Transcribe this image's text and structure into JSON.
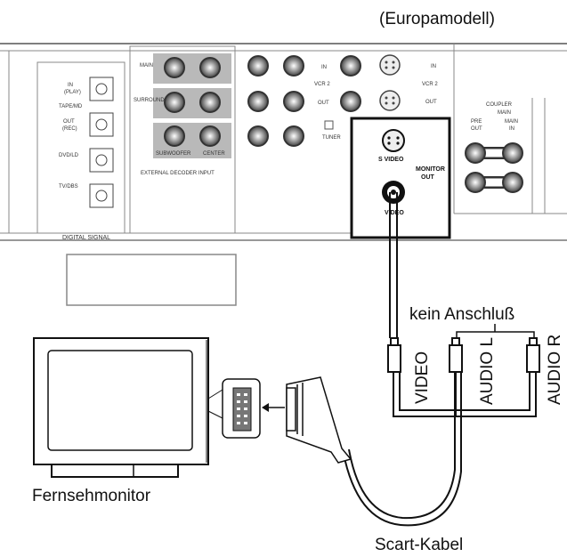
{
  "header": {
    "model_note": "(Europamodell)"
  },
  "receiver": {
    "digital_signal": {
      "group_label": "DIGITAL SIGNAL",
      "labels": [
        "IN\n(PLAY)",
        "TAPE/MD",
        "OUT\n(REC)",
        "DVD/LD",
        "TV/DBS"
      ]
    },
    "decoder": {
      "group_label": "EXTERNAL DECODER INPUT",
      "labels": [
        "MAIN",
        "SURROUND",
        "SUBWOOFER",
        "CENTER"
      ]
    },
    "vcr": {
      "labels": [
        "IN",
        "VCR 2",
        "OUT",
        "TUNER"
      ]
    },
    "svideo_right": {
      "labels": [
        "IN",
        "VCR 2",
        "OUT"
      ]
    },
    "coupler": {
      "labels": [
        "COUPLER",
        "MAIN",
        "PRE",
        "OUT",
        "MAIN",
        "IN"
      ]
    },
    "monitor_out": {
      "labels": [
        "S VIDEO",
        "MONITOR",
        "OUT",
        "VIDEO"
      ]
    }
  },
  "labels": {
    "no_connection": "kein Anschluß",
    "video": "VIDEO",
    "audio_l": "AUDIO L",
    "audio_r": "AUDIO R",
    "tv_monitor": "Fernsehmonitor",
    "scart_cable": "Scart-Kabel"
  }
}
